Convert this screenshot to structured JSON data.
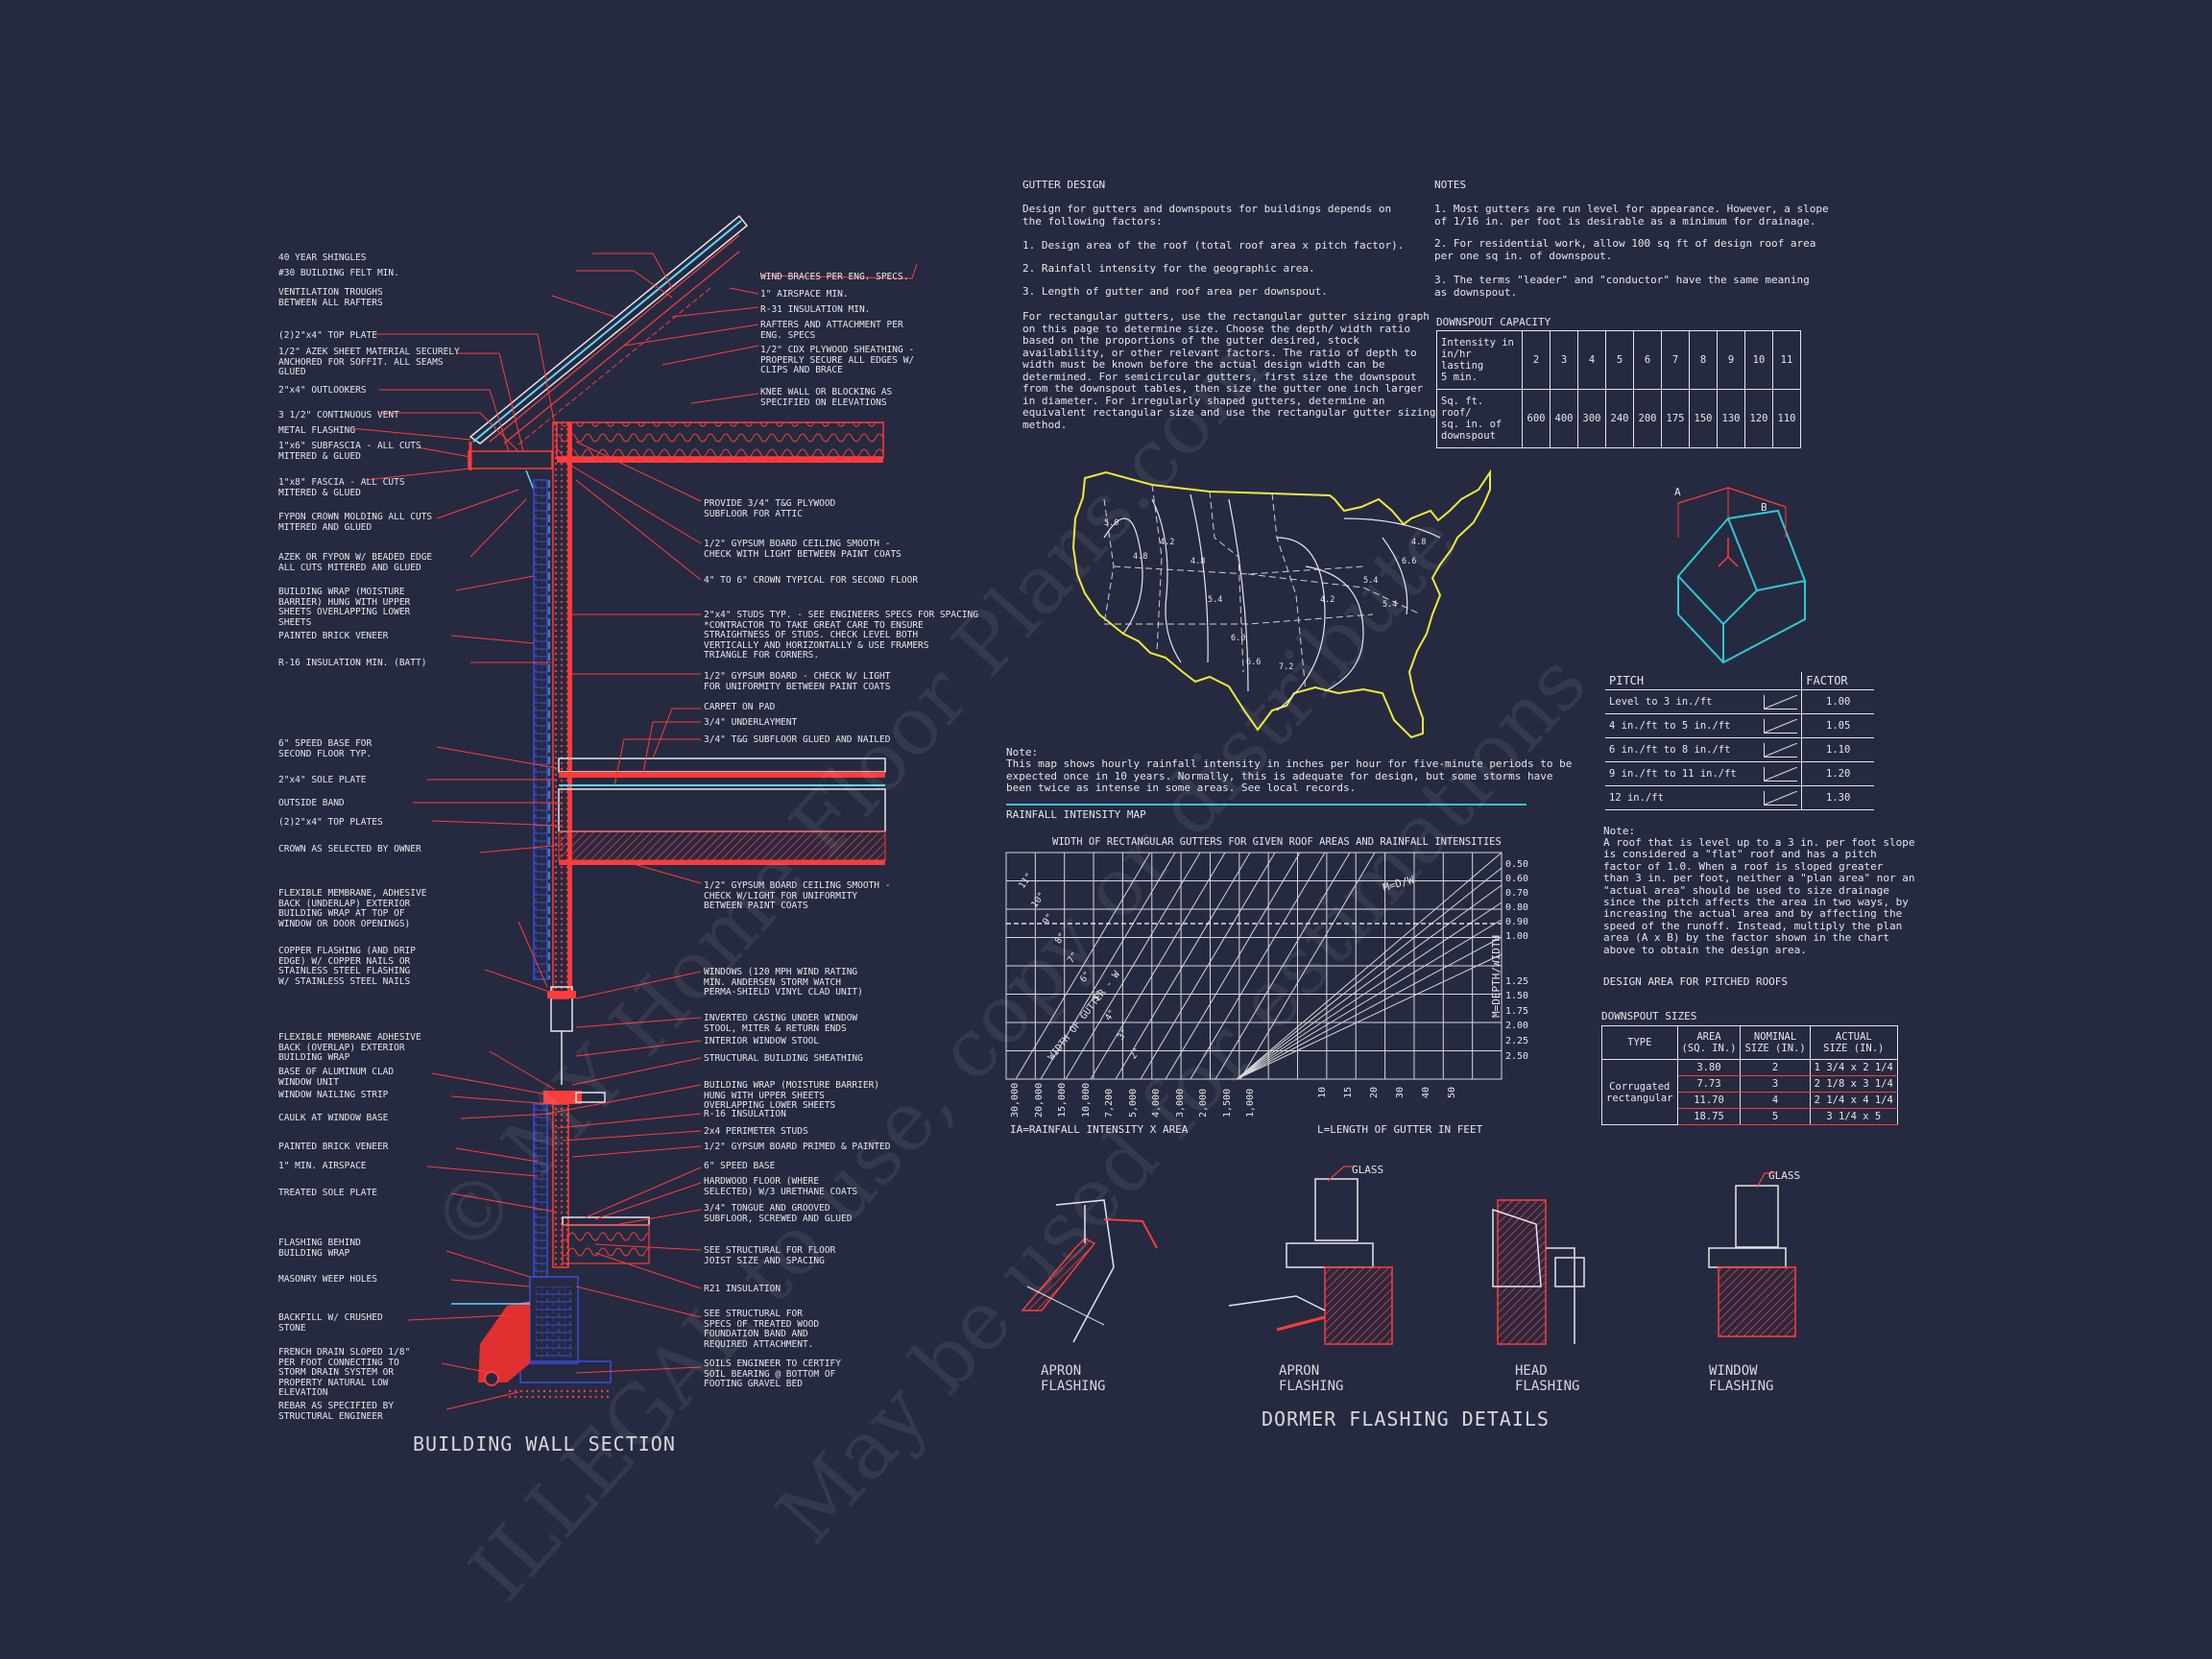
{
  "watermark": {
    "line1": "© MY Home Floor Plans.com",
    "line2": "ILLEGAL to use, copy or distribute",
    "line3": "May be used for estimations"
  },
  "wall_section": {
    "title": "BUILDING WALL SECTION",
    "left_labels": [
      "40 YEAR SHINGLES",
      "#30 BUILDING FELT MIN.",
      "VENTILATION TROUGHS\nBETWEEN ALL RAFTERS",
      "(2)2\"x4\" TOP PLATE",
      "1/2\" AZEK SHEET MATERIAL SECURELY\nANCHORED FOR SOFFIT.  ALL SEAMS\nGLUED",
      "2\"x4\" OUTLOOKERS",
      "3 1/2\" CONTINUOUS VENT",
      "METAL FLASHING",
      "1\"x6\" SUBFASCIA - ALL CUTS\nMITERED & GLUED",
      "1\"x8\" FASCIA - ALL CUTS\nMITERED & GLUED",
      "FYPON CROWN MOLDING ALL CUTS\nMITERED AND GLUED",
      "AZEK OR FYPON W/ BEADED EDGE\nALL CUTS MITERED AND GLUED",
      "BUILDING WRAP (MOISTURE\nBARRIER) HUNG WITH UPPER\nSHEETS OVERLAPPING LOWER\nSHEETS",
      "PAINTED BRICK VENEER",
      "R-16 INSULATION MIN. (BATT)",
      "6\" SPEED BASE FOR\nSECOND FLOOR TYP.",
      "2\"x4\" SOLE PLATE",
      "OUTSIDE BAND",
      "(2)2\"x4\" TOP PLATES",
      "CROWN AS SELECTED BY OWNER",
      "FLEXIBLE MEMBRANE, ADHESIVE\nBACK (UNDERLAP) EXTERIOR\nBUILDING WRAP AT TOP OF\nWINDOW OR DOOR OPENINGS)",
      "COPPER FLASHING (AND DRIP\nEDGE) W/ COPPER NAILS OR\nSTAINLESS STEEL FLASHING\nW/ STAINLESS STEEL NAILS",
      "FLEXIBLE MEMBRANE ADHESIVE\nBACK (OVERLAP) EXTERIOR\nBUILDING WRAP",
      "BASE OF ALUMINUM CLAD\nWINDOW UNIT",
      "WINDOW NAILING STRIP",
      "CAULK AT WINDOW BASE",
      "PAINTED BRICK VENEER",
      "1\" MIN. AIRSPACE",
      "TREATED SOLE PLATE",
      "FLASHING BEHIND\nBUILDING WRAP",
      "MASONRY WEEP HOLES",
      "BACKFILL W/ CRUSHED\nSTONE",
      "FRENCH DRAIN SLOPED 1/8\"\nPER FOOT CONNECTING TO\nSTORM DRAIN SYSTEM OR\nPROPERTY NATURAL LOW\nELEVATION",
      "REBAR AS SPECIFIED BY\nSTRUCTURAL ENGINEER"
    ],
    "right_labels": [
      "WIND BRACES PER ENG. SPECS.",
      "1\" AIRSPACE MIN.",
      "R-31 INSULATION MIN.",
      "RAFTERS AND ATTACHMENT PER\nENG. SPECS",
      "1/2\" CDX PLYWOOD SHEATHING -\nPROPERLY SECURE ALL EDGES W/\nCLIPS AND BRACE",
      "KNEE WALL OR BLOCKING AS\nSPECIFIED ON ELEVATIONS",
      "PROVIDE 3/4\" T&G PLYWOOD\nSUBFLOOR FOR ATTIC",
      "1/2\" GYPSUM BOARD CEILING SMOOTH -\nCHECK WITH LIGHT BETWEEN PAINT COATS",
      "4\" TO 6\" CROWN TYPICAL FOR SECOND FLOOR",
      "2\"x4\" STUDS TYP. - SEE ENGINEERS SPECS FOR SPACING\n*CONTRACTOR TO TAKE GREAT CARE TO ENSURE\nSTRAIGHTNESS OF STUDS. CHECK LEVEL BOTH\nVERTICALLY AND HORIZONTALLY & USE FRAMERS\nTRIANGLE FOR CORNERS.",
      "1/2\" GYPSUM BOARD - CHECK W/ LIGHT\nFOR UNIFORMITY BETWEEN PAINT COATS",
      "CARPET ON PAD",
      "3/4\" UNDERLAYMENT",
      "3/4\" T&G SUBFLOOR GLUED AND NAILED",
      "1/2\" GYPSUM BOARD CEILING SMOOTH -\nCHECK W/LIGHT FOR UNIFORMITY\nBETWEEN PAINT COATS",
      "WINDOWS (120 MPH WIND RATING\nMIN. ANDERSEN STORM WATCH\nPERMA-SHIELD VINYL CLAD UNIT)",
      "INVERTED CASING UNDER WINDOW\nSTOOL, MITER & RETURN ENDS",
      "INTERIOR WINDOW STOOL",
      "STRUCTURAL BUILDING SHEATHING",
      "BUILDING WRAP (MOISTURE BARRIER)\nHUNG WITH UPPER SHEETS\nOVERLAPPING LOWER SHEETS",
      "R-16 INSULATION",
      "2x4 PERIMETER STUDS",
      "1/2\" GYPSUM BOARD PRIMED & PAINTED",
      "6\" SPEED BASE",
      "HARDWOOD FLOOR (WHERE\nSELECTED) W/3 URETHANE COATS",
      "3/4\" TONGUE AND GROOVED\nSUBFLOOR, SCREWED AND GLUED",
      "SEE STRUCTURAL FOR FLOOR\nJOIST SIZE AND SPACING",
      "R21 INSULATION",
      "SEE STRUCTURAL FOR\nSPECS OF TREATED WOOD\nFOUNDATION BAND AND\nREQUIRED ATTACHMENT.",
      "SOILS ENGINEER TO CERTIFY\nSOIL BEARING @ BOTTOM OF\nFOOTING GRAVEL BED"
    ]
  },
  "gutter_design": {
    "heading": "GUTTER DESIGN",
    "intro": "Design for gutters and downspouts for buildings depends on\nthe following factors:",
    "factors": [
      "1. Design area of the roof (total roof area x pitch factor).",
      "2. Rainfall intensity for the geographic area.",
      "3. Length of gutter and roof area per downspout."
    ],
    "paragraph": "For rectangular gutters, use the rectangular gutter sizing graph\non this page to determine size. Choose the depth/ width ratio\nbased on the proportions of the gutter desired, stock\navailability, or other relevant factors. The ratio of depth to\nwidth must be known before the actual design width can be\ndetermined. For semicircular gutters, first size the downspout\nfrom the downspout tables, then size the gutter one inch larger\nin diameter. For irregularly shaped gutters, determine an\nequivalent rectangular size and use the rectangular gutter sizing\nmethod."
  },
  "notes": {
    "heading": "NOTES",
    "items": [
      "1. Most gutters are run level for appearance. However, a slope\n    of 1/16 in. per foot is desirable as a minimum for drainage.",
      "2. For residential work, allow 100 sq ft of design roof area\n    per one sq in. of downspout.",
      "3. The terms \"leader\" and \"conductor\" have the same meaning\n    as downspout."
    ]
  },
  "downspout_capacity": {
    "heading": "DOWNSPOUT CAPACITY",
    "row1_label": "Intensity in\nin/hr lasting\n5 min.",
    "row2_label": "Sq. ft. roof/\nsq. in. of\ndownspout",
    "intensity": [
      "2",
      "3",
      "4",
      "5",
      "6",
      "7",
      "8",
      "9",
      "10",
      "11"
    ],
    "area": [
      "600",
      "400",
      "300",
      "240",
      "200",
      "175",
      "150",
      "130",
      "120",
      "110"
    ]
  },
  "map": {
    "note_label": "Note:",
    "note": "This map shows hourly rainfall intensity in inches per hour for five-minute periods to be\nexpected once in 10 years. Normally, this is adequate for design, but some storms have\nbeen twice as intense in some areas. See local records.",
    "title": "RAINFALL INTENSITY MAP",
    "isolines": [
      "5.0",
      "4.8",
      "4.2",
      "4.8",
      "5.4",
      "6.0",
      "6.6",
      "7.2",
      "4.2",
      "5.4",
      "6.6",
      "4.8",
      "5.4"
    ]
  },
  "chart": {
    "title": "WIDTH OF RECTANGULAR GUTTERS FOR GIVEN ROOF AREAS AND RAINFALL INTENSITIES",
    "xlabel_left": "IA=RAINFALL INTENSITY X AREA",
    "xlabel_right": "L=LENGTH OF GUTTER IN FEET",
    "ylabel_right": "M=DEPTH/WIDTH",
    "ia_ticks": [
      "30,000",
      "20,000",
      "15,000",
      "10,000",
      "7,200",
      "5,000",
      "4,000",
      "3,000",
      "2,000",
      "1,500",
      "1,000"
    ],
    "l_ticks": [
      "10",
      "15",
      "20",
      "30",
      "40",
      "50"
    ],
    "m_ticks": [
      "0.50",
      "0.60",
      "0.70",
      "0.80",
      "0.90",
      "1.00",
      "1.25",
      "1.50",
      "1.75",
      "2.00",
      "2.25",
      "2.50"
    ],
    "width_labels": [
      "11\"",
      "10\"",
      "9\"",
      "8\"",
      "7\"",
      "6\"",
      "5\"",
      "4\"",
      "3\"",
      "2\""
    ],
    "m_formula": "M=D/W",
    "width_axis": "WIDTH OF GUTTER - W"
  },
  "pitch_table": {
    "headers": [
      "PITCH",
      "FACTOR"
    ],
    "rows": [
      {
        "pitch": "Level to 3 in./ft",
        "factor": "1.00"
      },
      {
        "pitch": "4 in./ft to 5 in./ft",
        "factor": "1.05"
      },
      {
        "pitch": "6 in./ft to 8 in./ft",
        "factor": "1.10"
      },
      {
        "pitch": "9 in./ft to 11 in./ft",
        "factor": "1.20"
      },
      {
        "pitch": "12 in./ft",
        "factor": "1.30"
      }
    ],
    "note_label": "Note:",
    "note": "A roof that is level up to a 3 in. per foot slope\nis considered a \"flat\" roof and has a pitch\nfactor of 1.0. When a roof is sloped greater\nthan 3 in. per foot, neither a \"plan area\" nor an\n\"actual area\" should be used to size drainage\nsince the pitch affects the area in two ways, by\nincreasing the actual area and by affecting the\nspeed of the runoff. Instead, multiply the plan\narea (A x B) by the factor shown in the chart\nabove to obtain the design area.",
    "design_area_caption": "DESIGN AREA FOR PITCHED ROOFS",
    "iso_a": "A",
    "iso_b": "B"
  },
  "downspout_sizes": {
    "heading": "DOWNSPOUT SIZES",
    "headers": [
      "TYPE",
      "AREA\n(SQ. IN.)",
      "NOMINAL\nSIZE (IN.)",
      "ACTUAL\nSIZE (IN.)"
    ],
    "type": "Corrugated\nrectangular",
    "rows": [
      {
        "area": "3.80",
        "nominal": "2",
        "actual": "1 3/4 x 2 1/4"
      },
      {
        "area": "7.73",
        "nominal": "3",
        "actual": "2 1/8 x 3 1/4"
      },
      {
        "area": "11.70",
        "nominal": "4",
        "actual": "2 1/4 x 4 1/4"
      },
      {
        "area": "18.75",
        "nominal": "5",
        "actual": "3 1/4 x 5"
      }
    ]
  },
  "dormer": {
    "title": "DORMER FLASHING DETAILS",
    "details": [
      "APRON\nFLASHING",
      "APRON\nFLASHING",
      "HEAD\nFLASHING",
      "WINDOW\nFLASHING"
    ],
    "glass_label": "GLASS"
  }
}
